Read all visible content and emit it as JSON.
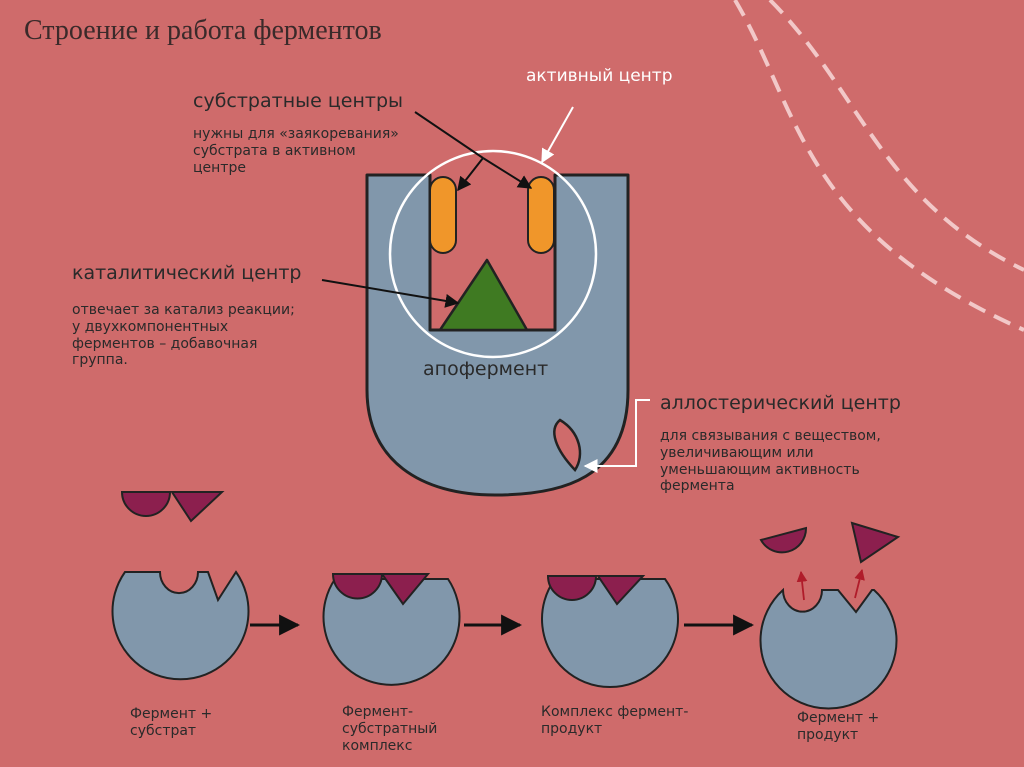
{
  "title": "Строение и работа ферментов",
  "labels": {
    "active_center": "активный центр",
    "substrate_centers": "субстратные центры",
    "substrate_centers_desc": "нужны для «заякоревания»\nсубстрата в активном\nцентре",
    "catalytic_center": "каталитический центр",
    "catalytic_center_desc": "отвечает за катализ реакции;\nу двухкомпонентных\nферментов – добавочная\nгруппа.",
    "apoenzyme": "апофермент",
    "allosteric_center": "аллостерический центр",
    "allosteric_center_desc": "для связывания с веществом,\nувеличивающим или\nуменьшающим активность\nфермента"
  },
  "steps": [
    {
      "caption": "Фермент +\nсубстрат"
    },
    {
      "caption": "Фермент-\nсубстратный\nкомплекс"
    },
    {
      "caption": "Комплекс фермент-\nпродукт"
    },
    {
      "caption": "Фермент +\nпродукт"
    }
  ],
  "colors": {
    "background": "#cf6b6b",
    "enzyme": "#8197ab",
    "substrate_center": "#f0962a",
    "catalytic_center": "#3f7a22",
    "substrate": "#8c1f4e",
    "outline": "#222222",
    "white": "#ffffff"
  }
}
